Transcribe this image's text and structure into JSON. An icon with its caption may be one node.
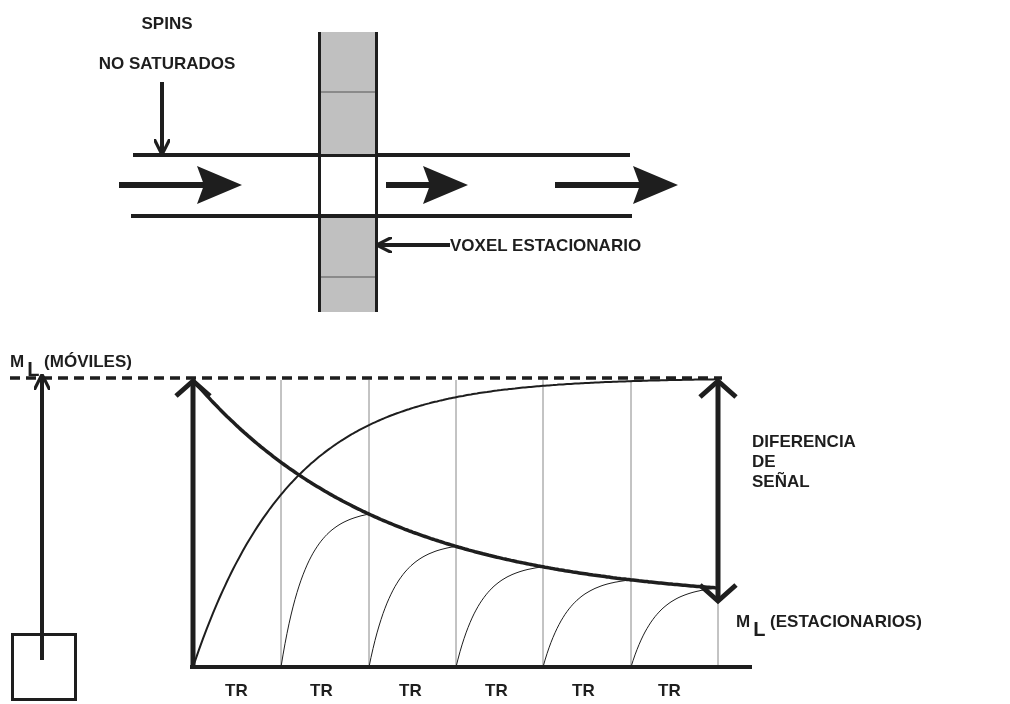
{
  "diagram": {
    "nodes": [
      {
        "text": [
          "SPINS",
          "NO SATURADOS"
        ]
      },
      {
        "text": [],
        "shape": "bar"
      },
      {
        "text": [],
        "shape": "bar"
      },
      {
        "text": [
          "VOXEL ESTACIONARIO"
        ]
      },
      {
        "text": [
          "M$_{L}$ (MÓVILES)"
        ]
      },
      {
        "text": [],
        "shape": "box"
      }
    ],
    "edges": [
      {
        "from": 0,
        "to": 1,
        "arrow": "to"
      },
      {
        "from": 3,
        "to": 2,
        "arrow": "to"
      },
      {
        "from": 5,
        "to": 4,
        "arrow": "to"
      }
    ],
    "labels": [
      "DIFERENCIA DE SEÑAL",
      "M$_{L}$ (ESTACIONARIOS)",
      "TR",
      "TR",
      "TR",
      "TR",
      "TR",
      "TR"
    ]
  }
}
